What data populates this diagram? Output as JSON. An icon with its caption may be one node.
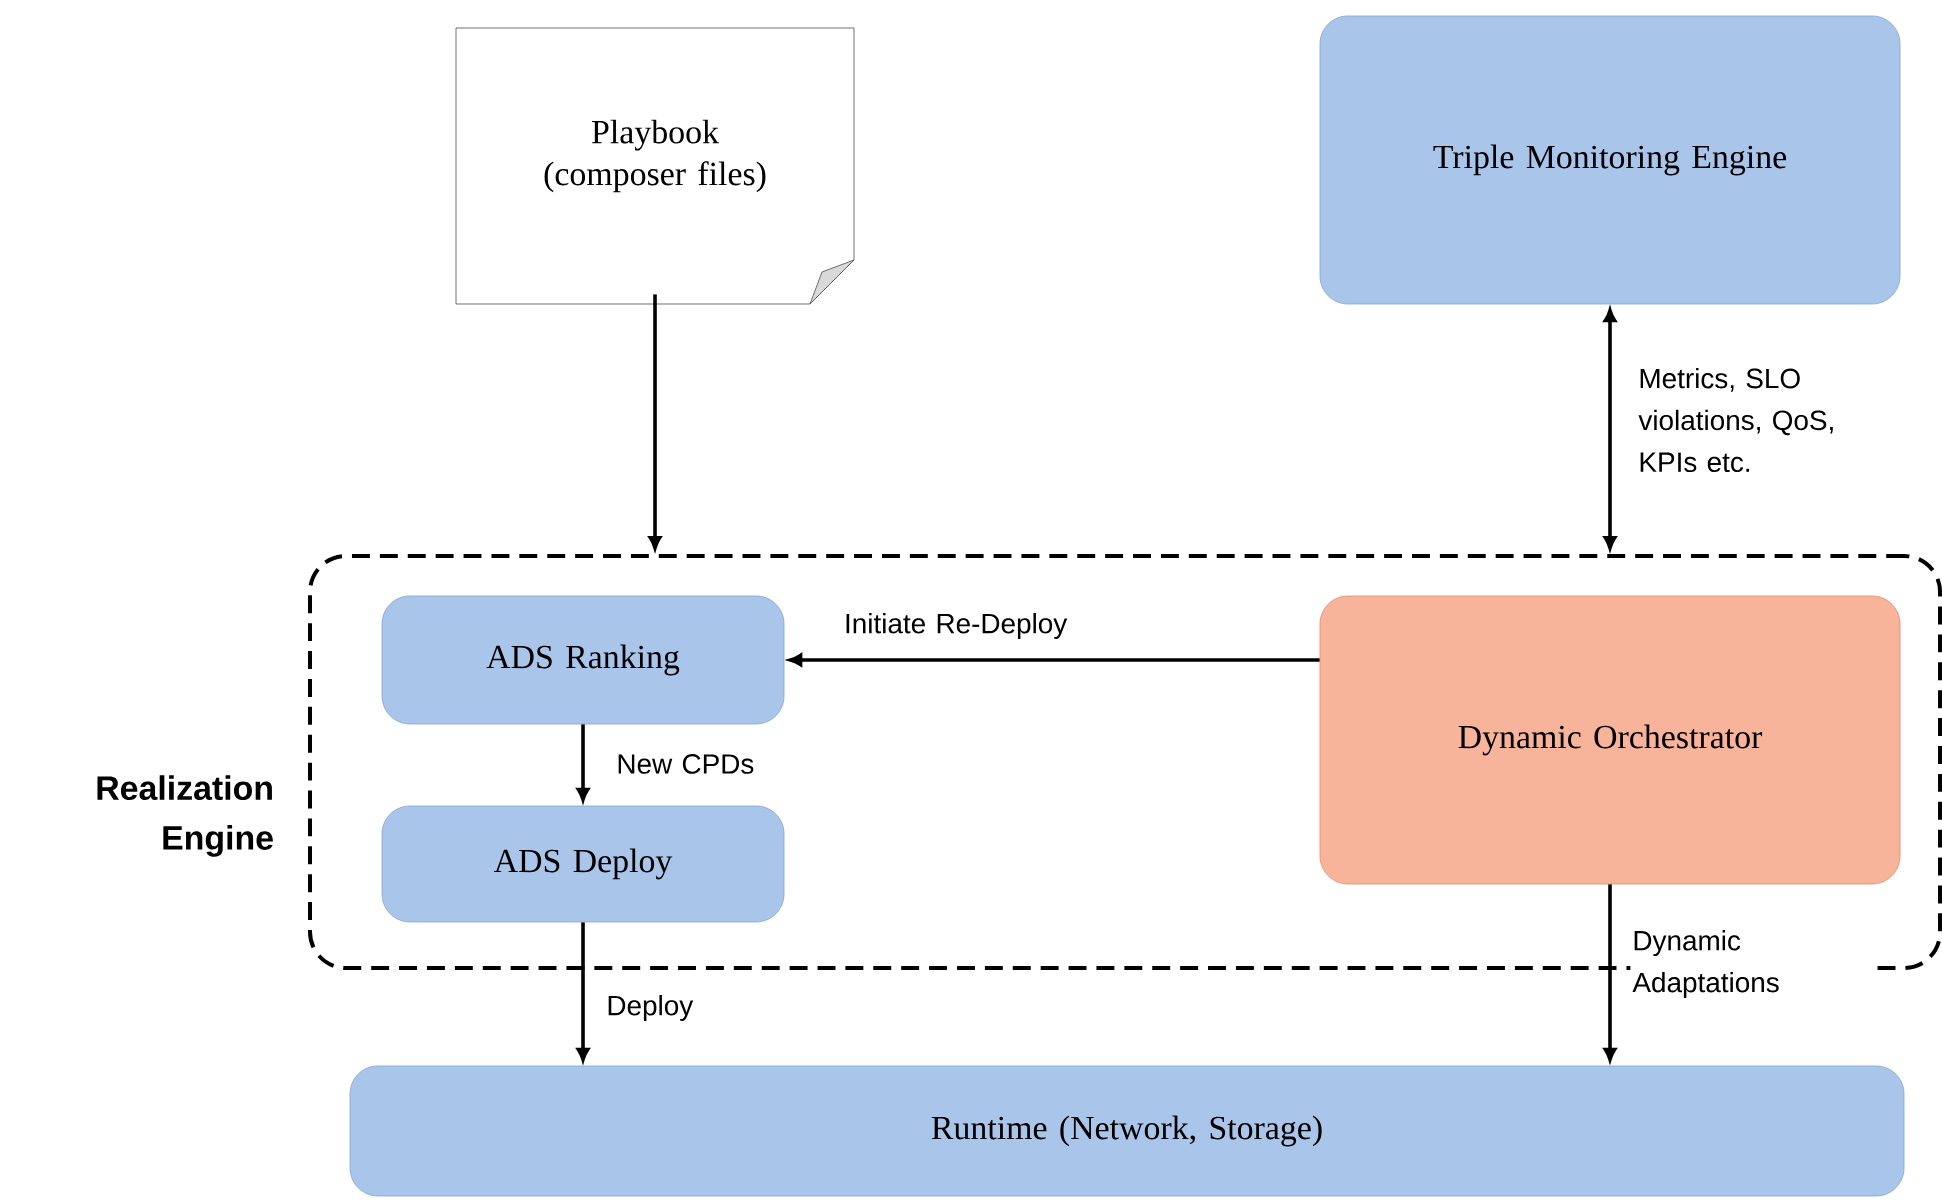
{
  "diagram": {
    "nodes": [
      {
        "text": [
          "Playbook (composer files)"
        ]
      },
      {
        "text": [
          "Triple Monitoring Engine"
        ]
      },
      {
        "text": [
          "Realization Engine"
        ]
      },
      {
        "text": [
          "ADS Ranking"
        ],
        "in": 2
      },
      {
        "text": [
          "ADS Deploy"
        ],
        "in": 2
      },
      {
        "text": [
          "Dynamic Orchestrator"
        ],
        "in": 2
      },
      {
        "text": [
          "Runtime (Network, Storage)"
        ]
      }
    ],
    "edges": [
      {
        "from": 0,
        "to": 2,
        "arrow": "to"
      },
      {
        "from": 2,
        "to": 1,
        "arrow": "both",
        "label": "Metrics, SLO violations, QoS, KPIs etc."
      },
      {
        "from": 5,
        "to": 3,
        "arrow": "to",
        "label": "Initiate Re-Deploy"
      },
      {
        "from": 3,
        "to": 4,
        "arrow": "to",
        "label": "New CPDs"
      },
      {
        "from": 4,
        "to": 6,
        "arrow": "to",
        "label": "Deploy"
      },
      {
        "from": 5,
        "to": 6,
        "arrow": "to",
        "label": "Dynamic Adaptations"
      }
    ]
  }
}
